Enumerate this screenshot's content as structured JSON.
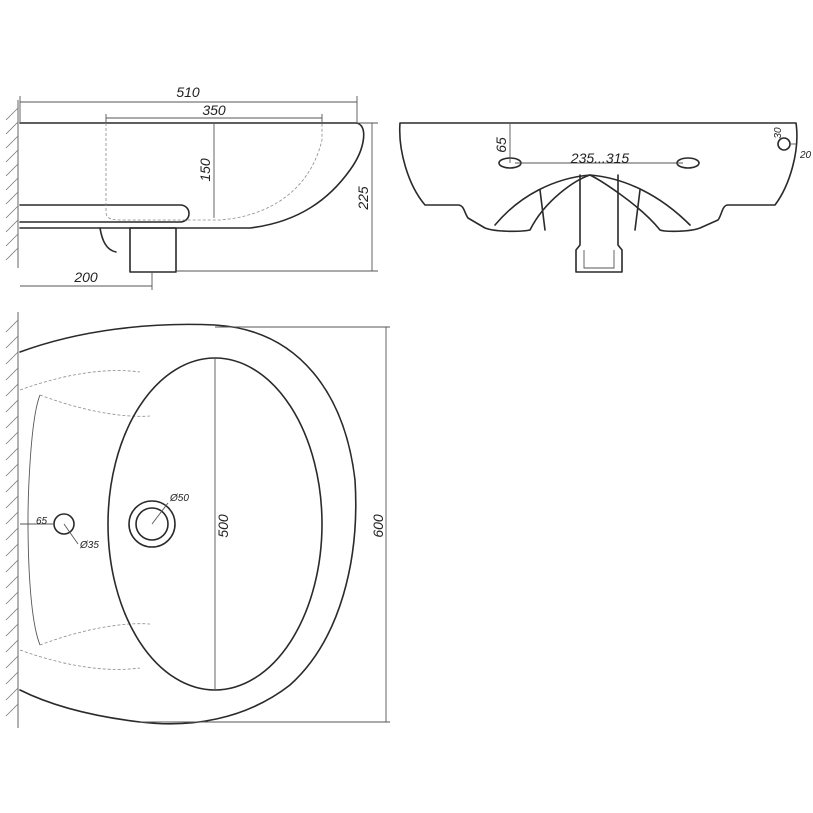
{
  "side_view": {
    "total_width": "510",
    "bowl_width": "350",
    "bowl_depth": "150",
    "height": "225",
    "drain_offset": "200"
  },
  "front_view": {
    "tap_hole_height": "65",
    "tap_spacing": "235...315",
    "overflow_size": "30",
    "overflow_offset": "20"
  },
  "top_view": {
    "tap_hole_offset": "65",
    "tap_hole_diameter": "Ø35",
    "drain_diameter": "Ø50",
    "bowl_length": "500",
    "total_depth": "600"
  }
}
